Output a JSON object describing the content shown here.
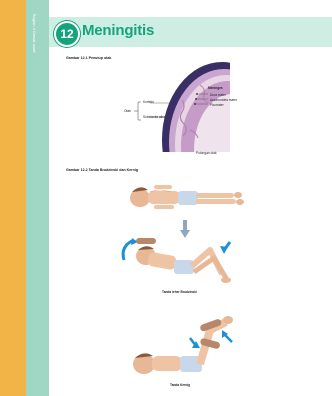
{
  "running_head": "Bagian 4  Gawat saraf",
  "chapter": {
    "number": "12",
    "title": "Meningitis"
  },
  "figure_1": {
    "caption": "Gambar 12.1  Penutup otak",
    "meninges_heading": "Meninges",
    "labels": {
      "dura": "Dura mater",
      "arachnoid": "Arachnoidea mater",
      "pia": "Pia mater",
      "cortex": "Korteks",
      "brain": "Otak",
      "white_matter": "Substantia alba",
      "section": "Potongan otak"
    }
  },
  "figure_2": {
    "caption": "Gambar 12.2  Tanda Brudzinski dan Kernig",
    "brudzinski_label": "Tanda leher Brudzinski",
    "kernig_label": "Tanda Kernig"
  },
  "colors": {
    "accent": "#15a37d",
    "band": "#cfeee3",
    "strip": "#9fd6c4",
    "outer": "#f3b447",
    "arrow": "#1f8fd6"
  }
}
